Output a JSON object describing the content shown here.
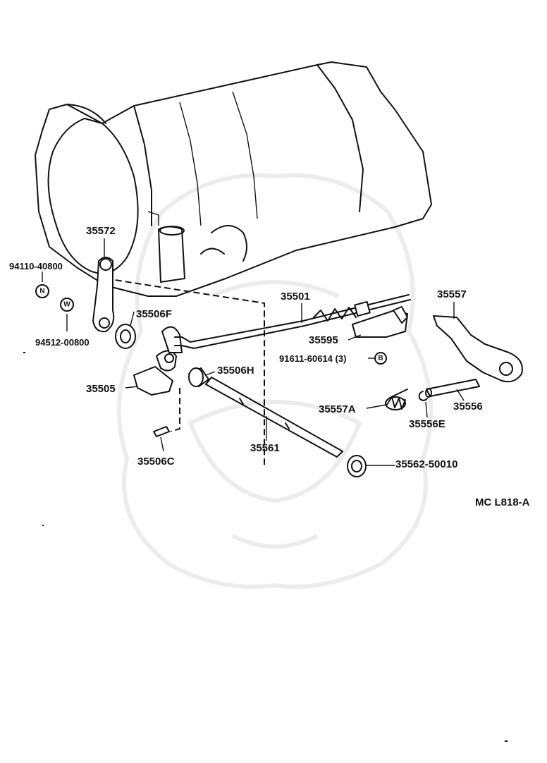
{
  "diagram": {
    "reference_code": "MC L818-A",
    "parts": [
      {
        "id": "35572",
        "label": "35572"
      },
      {
        "id": "94110-40800",
        "label": "94110-40800",
        "symbol": "N"
      },
      {
        "id": "94512-00800",
        "label": "94512-00800",
        "symbol": "W"
      },
      {
        "id": "35506F",
        "label": "35506F"
      },
      {
        "id": "35505",
        "label": "35505"
      },
      {
        "id": "35506H",
        "label": "35506H"
      },
      {
        "id": "35506C",
        "label": "35506C"
      },
      {
        "id": "35501",
        "label": "35501"
      },
      {
        "id": "35595",
        "label": "35595"
      },
      {
        "id": "91611-60614",
        "label": "91611-60614 (3)",
        "symbol": "B"
      },
      {
        "id": "35561",
        "label": "35561"
      },
      {
        "id": "35557",
        "label": "35557"
      },
      {
        "id": "35557A",
        "label": "35557A"
      },
      {
        "id": "35556",
        "label": "35556"
      },
      {
        "id": "35556E",
        "label": "35556E"
      },
      {
        "id": "35562-50010",
        "label": "35562-50010"
      }
    ]
  }
}
